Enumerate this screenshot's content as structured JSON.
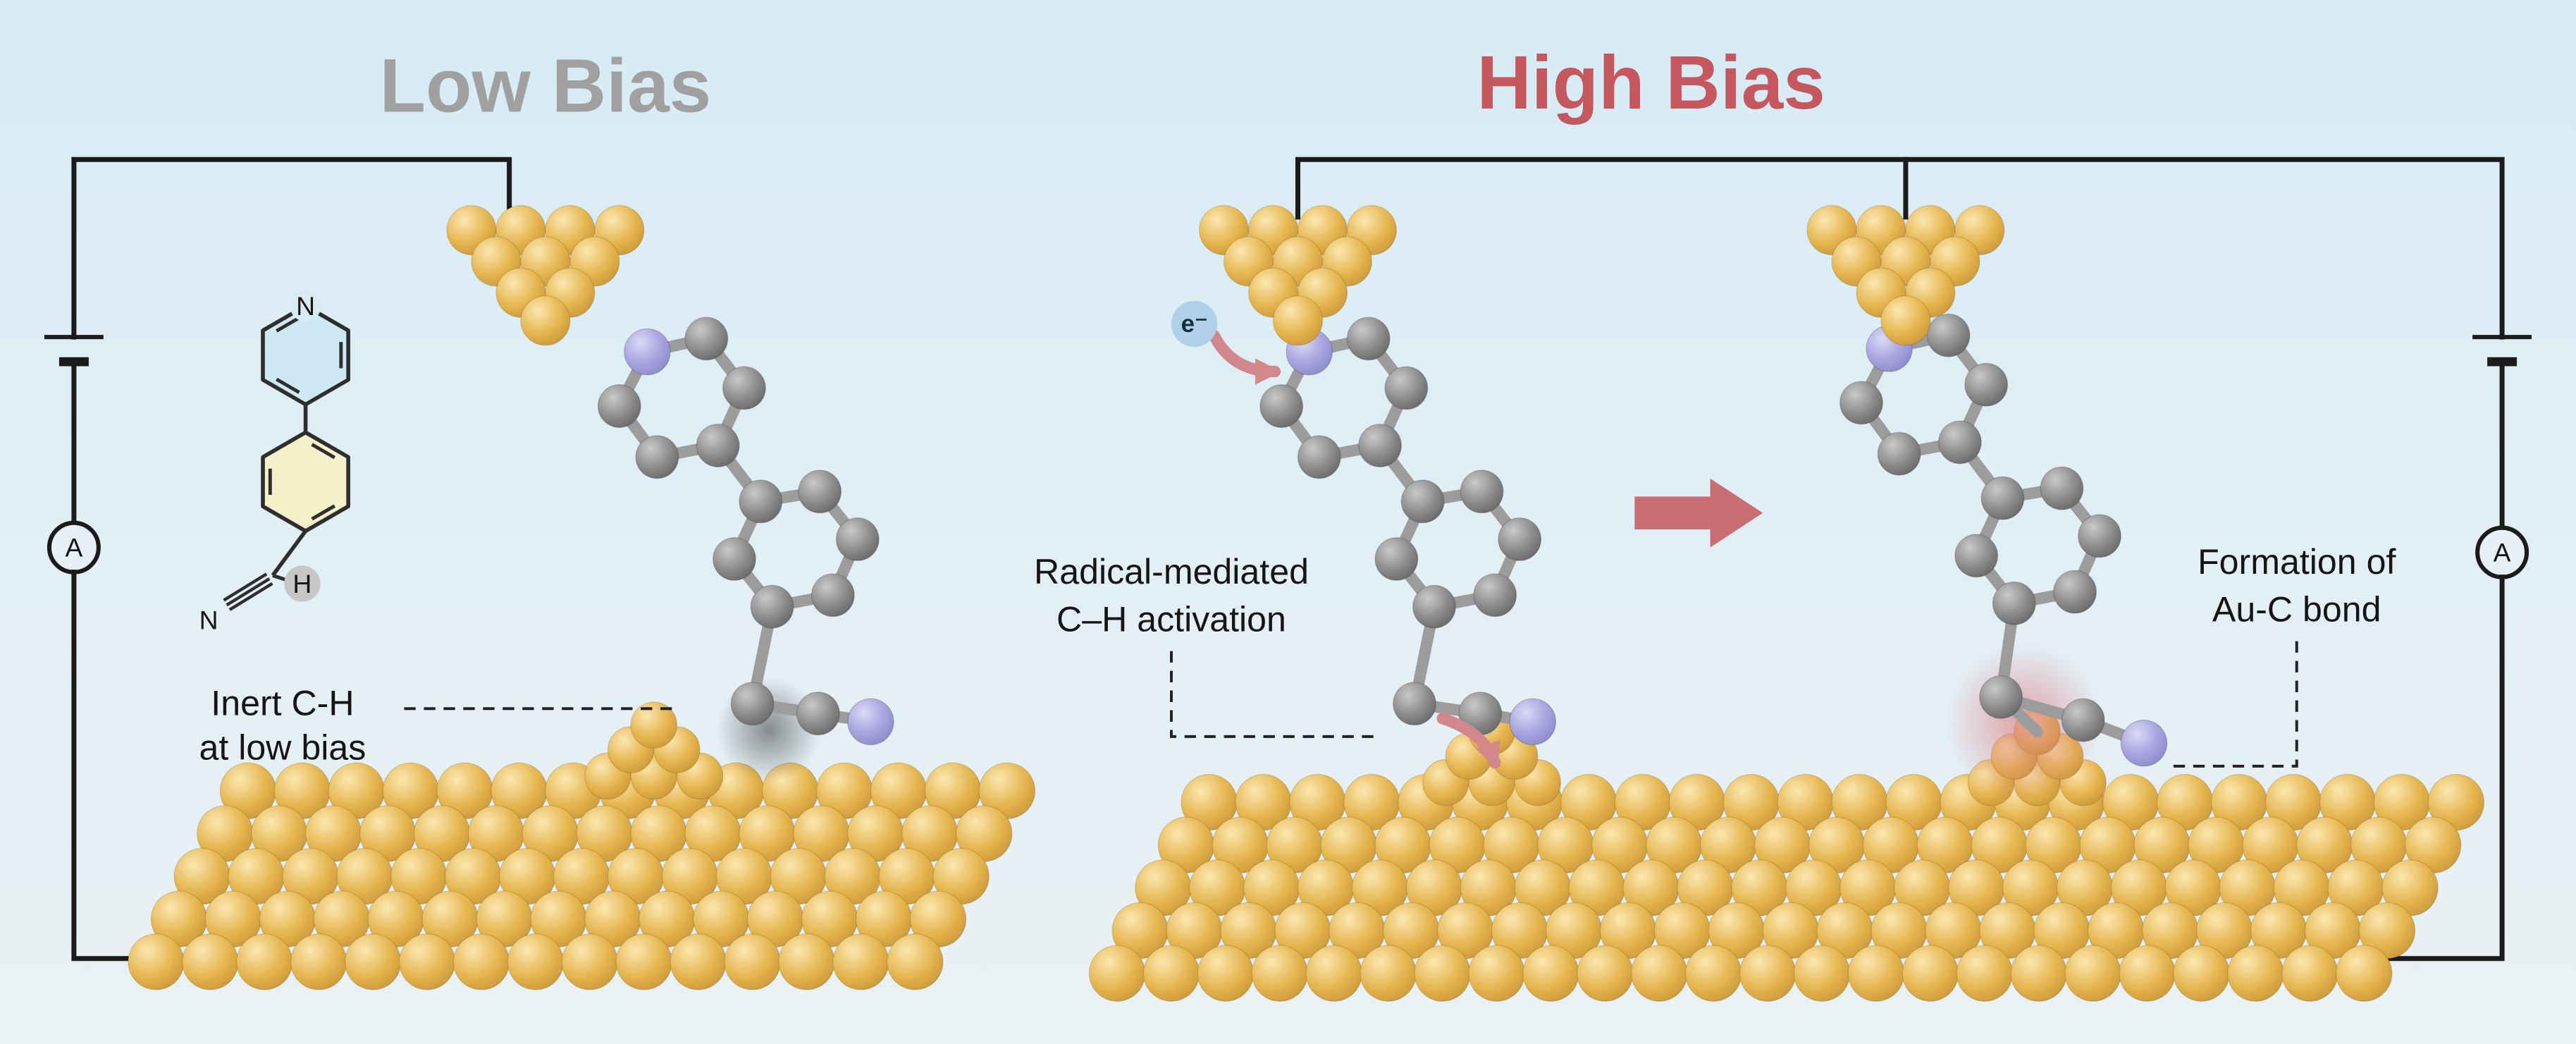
{
  "titles": {
    "low": "Low Bias",
    "high": "High Bias"
  },
  "labels": {
    "inert1": "Inert C-H",
    "inert2": "at low bias",
    "radical1": "Radical-mediated",
    "radical2": "C–H activation",
    "formation1": "Formation of",
    "formation2": "Au-C bond",
    "electron": "e⁻",
    "ammeter": "A"
  },
  "structure": {
    "n_pyridine": "N",
    "n_nitrile": "N",
    "h": "H"
  },
  "colors": {
    "title_low": "#a0a0a0",
    "title_high": "#c4585e",
    "gold": "#e5b54e",
    "gold_dark": "#bc872c",
    "gold_light": "#fbe7b0",
    "carbon": "#8a8a8a",
    "carbon_dark": "#545454",
    "carbon_light": "#c9c9c9",
    "nitrogen": "#a9a6e0",
    "nitrogen_dark": "#7f7cc4",
    "nitrogen_light": "#dcdaf5",
    "bond": "#9c9c9c",
    "wire": "#1b1b1b",
    "arrow_pink": "#d2878b",
    "arrow_big": "#c96f74",
    "glow": "#d97a80",
    "electron_badge": "#aed0e8",
    "ring_blue": "#cfe9f4",
    "ring_yellow": "#f5efca",
    "h_circle": "#c6c6c6",
    "background_top": "#d7ebf5",
    "background_mid": "#e2eff5",
    "background_bottom": "#eaf1f3"
  }
}
